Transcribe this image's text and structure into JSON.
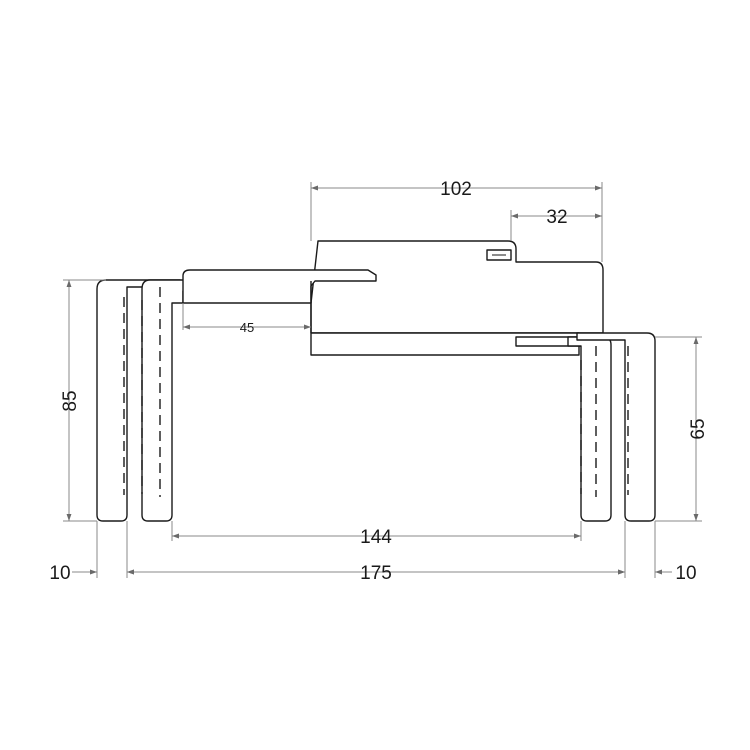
{
  "dimensions": {
    "top_width": "102",
    "top_offset": "32",
    "rebate": "45",
    "left_height": "85",
    "right_height": "65",
    "inner_width": "144",
    "left_thickness": "10",
    "overall_width": "175",
    "right_thickness": "10"
  }
}
